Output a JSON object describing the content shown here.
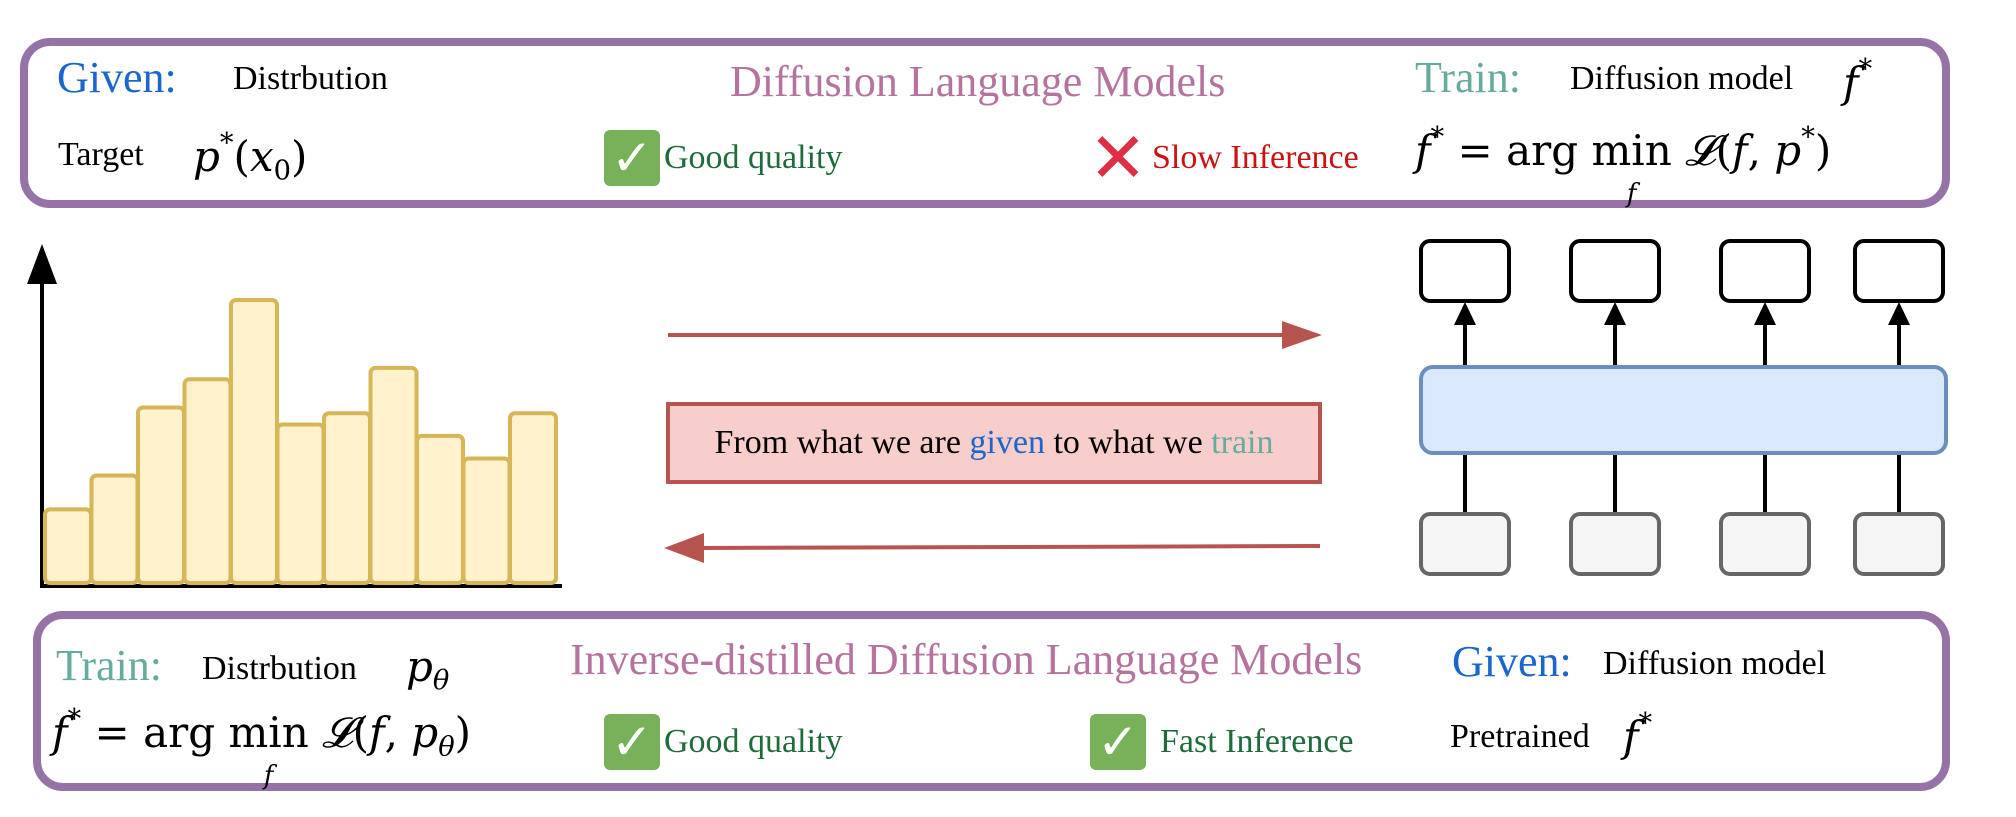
{
  "top_panel": {
    "given_label": "Given:",
    "given_text": "Distrbution",
    "title": "Diffusion Language Models",
    "train_label": "Train:",
    "train_text": "Diffusion model",
    "train_symbol": "f*",
    "target_label": "Target",
    "target_formula": "p*(x₀)",
    "quality_label": "Good quality",
    "inference_label": "Slow Inference",
    "objective_formula": "f* = arg min_f 𝓛(f, p*)"
  },
  "middle": {
    "center_label_prefix": "From what we are",
    "center_label_given": "given",
    "center_label_mid": "to what we",
    "center_label_train": "train",
    "histogram_values": [
      0.26,
      0.38,
      0.62,
      0.72,
      1.0,
      0.56,
      0.6,
      0.76,
      0.52,
      0.44,
      0.6
    ],
    "network_columns": 4
  },
  "bottom_panel": {
    "train_label": "Train:",
    "train_text": "Distrbution",
    "train_symbol": "pθ",
    "title": "Inverse-distilled Diffusion Language Models",
    "given_label": "Given:",
    "given_text": "Diffusion model",
    "objective_formula": "f* = arg min_f 𝓛(f, pθ)",
    "quality_label": "Good quality",
    "inference_label": "Fast Inference",
    "pretrained_label": "Pretrained",
    "pretrained_symbol": "f*"
  },
  "colors": {
    "panel_border": "#9673a6",
    "blue": "#1a66cc",
    "teal": "#67ab9f",
    "pink": "#b5739d",
    "green": "#1f6b3a",
    "red": "#cc1111",
    "arrow": "#b85450",
    "bar_fill": "#fff2cc",
    "bar_stroke": "#d6b656",
    "block_fill": "#dae8fc",
    "block_stroke": "#6c8ebf",
    "input_fill": "#f5f5f5",
    "input_stroke": "#666666"
  },
  "icons": [
    "check-mark-icon",
    "cross-mark-icon",
    "right-arrow-icon",
    "left-arrow-icon"
  ]
}
